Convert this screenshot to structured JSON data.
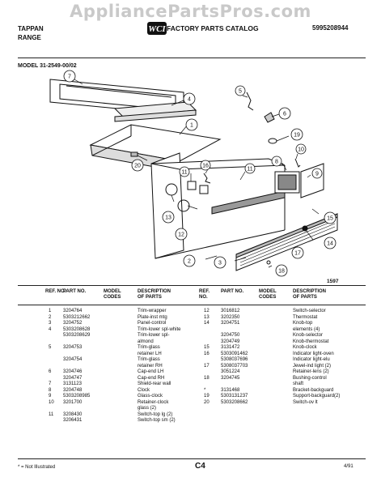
{
  "watermark": "AppliancePartsPros.com",
  "header": {
    "brand_line1": "TAPPAN",
    "brand_line2": "RANGE",
    "logo_text": "WCI",
    "catalog_title": "FACTORY PARTS CATALOG",
    "catalog_number": "5995208944"
  },
  "model_label": "MODEL 31-2549-00/02",
  "figure_number": "1597",
  "callouts": [
    "1",
    "2",
    "3",
    "4",
    "5",
    "6",
    "7",
    "8",
    "9",
    "10",
    "11",
    "12",
    "13",
    "14",
    "15",
    "16",
    "17",
    "18",
    "19",
    "20"
  ],
  "columns": {
    "ref_no": "REF. NO.",
    "part_no": "PART NO.",
    "model_codes": "MODEL CODES",
    "description": "DESCRIPTION OF PARTS"
  },
  "parts_left": [
    {
      "ref": "1",
      "part": "3204764",
      "desc": "Trim-wrapper"
    },
    {
      "ref": "2",
      "part": "5303212662",
      "desc": "Plate-inst mtg"
    },
    {
      "ref": "3",
      "part": "3204752",
      "desc": "Panel-control"
    },
    {
      "ref": "4",
      "part": "5303208628",
      "desc": "Trim-lower spl-white"
    },
    {
      "ref": "",
      "part": "5303208629",
      "desc": "Trim-lower spl-"
    },
    {
      "ref": "",
      "part": "",
      "desc": "almond"
    },
    {
      "ref": "5",
      "part": "3204753",
      "desc": "Trim-glass"
    },
    {
      "ref": "",
      "part": "",
      "desc": "retainer LH"
    },
    {
      "ref": "",
      "part": "3204754",
      "desc": "Trim-glass"
    },
    {
      "ref": "",
      "part": "",
      "desc": "retainer RH"
    },
    {
      "ref": "6",
      "part": "3204746",
      "desc": "Cap-end LH"
    },
    {
      "ref": "",
      "part": "3204747",
      "desc": "Cap-end RH"
    },
    {
      "ref": "7",
      "part": "3131123",
      "desc": "Shield-rear wall"
    },
    {
      "ref": "8",
      "part": "3204748",
      "desc": "Clock"
    },
    {
      "ref": "9",
      "part": "5303208985",
      "desc": "Glass-clock"
    },
    {
      "ref": "10",
      "part": "3201700",
      "desc": "Retainer-clock"
    },
    {
      "ref": "",
      "part": "",
      "desc": "glass (2)"
    },
    {
      "ref": "11",
      "part": "3208430",
      "desc": "Switch-top lg (2)"
    },
    {
      "ref": "",
      "part": "3206431",
      "desc": "Switch-top sm (2)"
    }
  ],
  "parts_right": [
    {
      "ref": "12",
      "part": "3016812",
      "desc": "Switch-selector"
    },
    {
      "ref": "13",
      "part": "3202350",
      "desc": "Thermostat"
    },
    {
      "ref": "14",
      "part": "3204751",
      "desc": "Knob-top"
    },
    {
      "ref": "",
      "part": "",
      "desc": "elements (4)"
    },
    {
      "ref": "",
      "part": "3204750",
      "desc": "Knob-selector"
    },
    {
      "ref": "",
      "part": "3204749",
      "desc": "Knob-thermostat"
    },
    {
      "ref": "15",
      "part": "3131472",
      "desc": "Knob-clock"
    },
    {
      "ref": "16",
      "part": "5303091462",
      "desc": "Indicator light-oven"
    },
    {
      "ref": "",
      "part": "5308037696",
      "desc": "Indicator light-elu"
    },
    {
      "ref": "17",
      "part": "5308037703",
      "desc": "Jewel-ind light (2)"
    },
    {
      "ref": "",
      "part": "3051224",
      "desc": "Retainer-lens (2)"
    },
    {
      "ref": "18",
      "part": "3204745",
      "desc": "Bushing-control"
    },
    {
      "ref": "",
      "part": "",
      "desc": "shaft"
    },
    {
      "ref": "*",
      "part": "3131468",
      "desc": "Bracket-backguard"
    },
    {
      "ref": "19",
      "part": "5303131237",
      "desc": "Support-backguard(2)"
    },
    {
      "ref": "20",
      "part": "5303208662",
      "desc": "Switch-ov lt"
    }
  ],
  "footer": {
    "note": "* = Not Illustrated",
    "page": "C4",
    "date": "4/91"
  }
}
